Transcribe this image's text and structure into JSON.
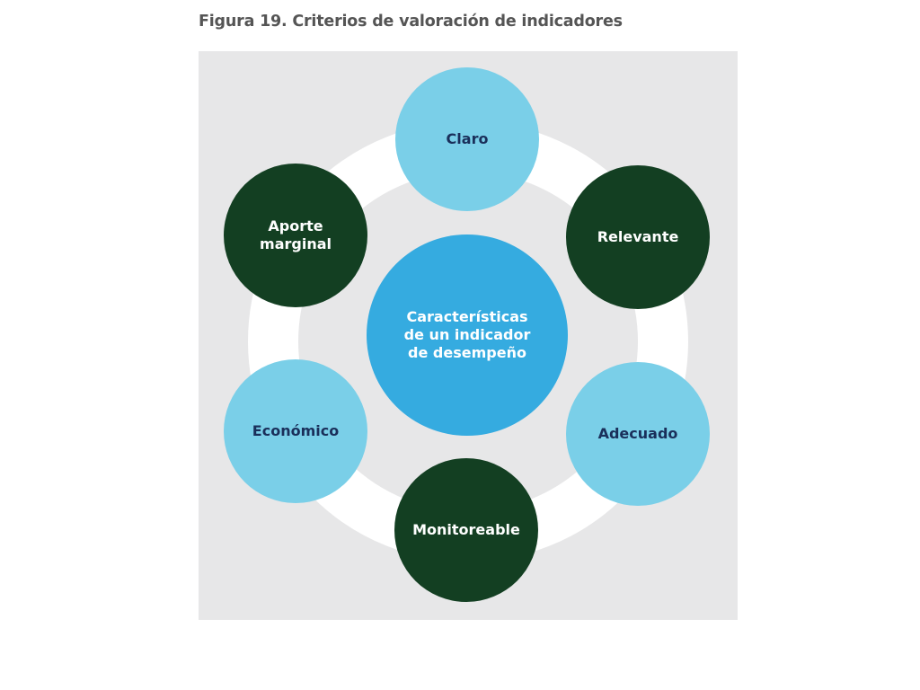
{
  "figure": {
    "title": "Figura 19. Criterios de valoración de indicadores"
  },
  "diagram": {
    "center": "Características\nde un indicador\nde desempeño",
    "nodes": {
      "claro": "Claro",
      "relevante": "Relevante",
      "adecuado": "Adecuado",
      "monitoreable": "Monitoreable",
      "economico": "Económico",
      "aporte_marginal": "Aporte\nmarginal"
    },
    "colors": {
      "panel": "#e7e7e8",
      "ring": "#ffffff",
      "light_node": "#7acfe8",
      "dark_node": "#133f22",
      "center_node": "#35abe0",
      "light_text": "#1a2f5a"
    }
  }
}
